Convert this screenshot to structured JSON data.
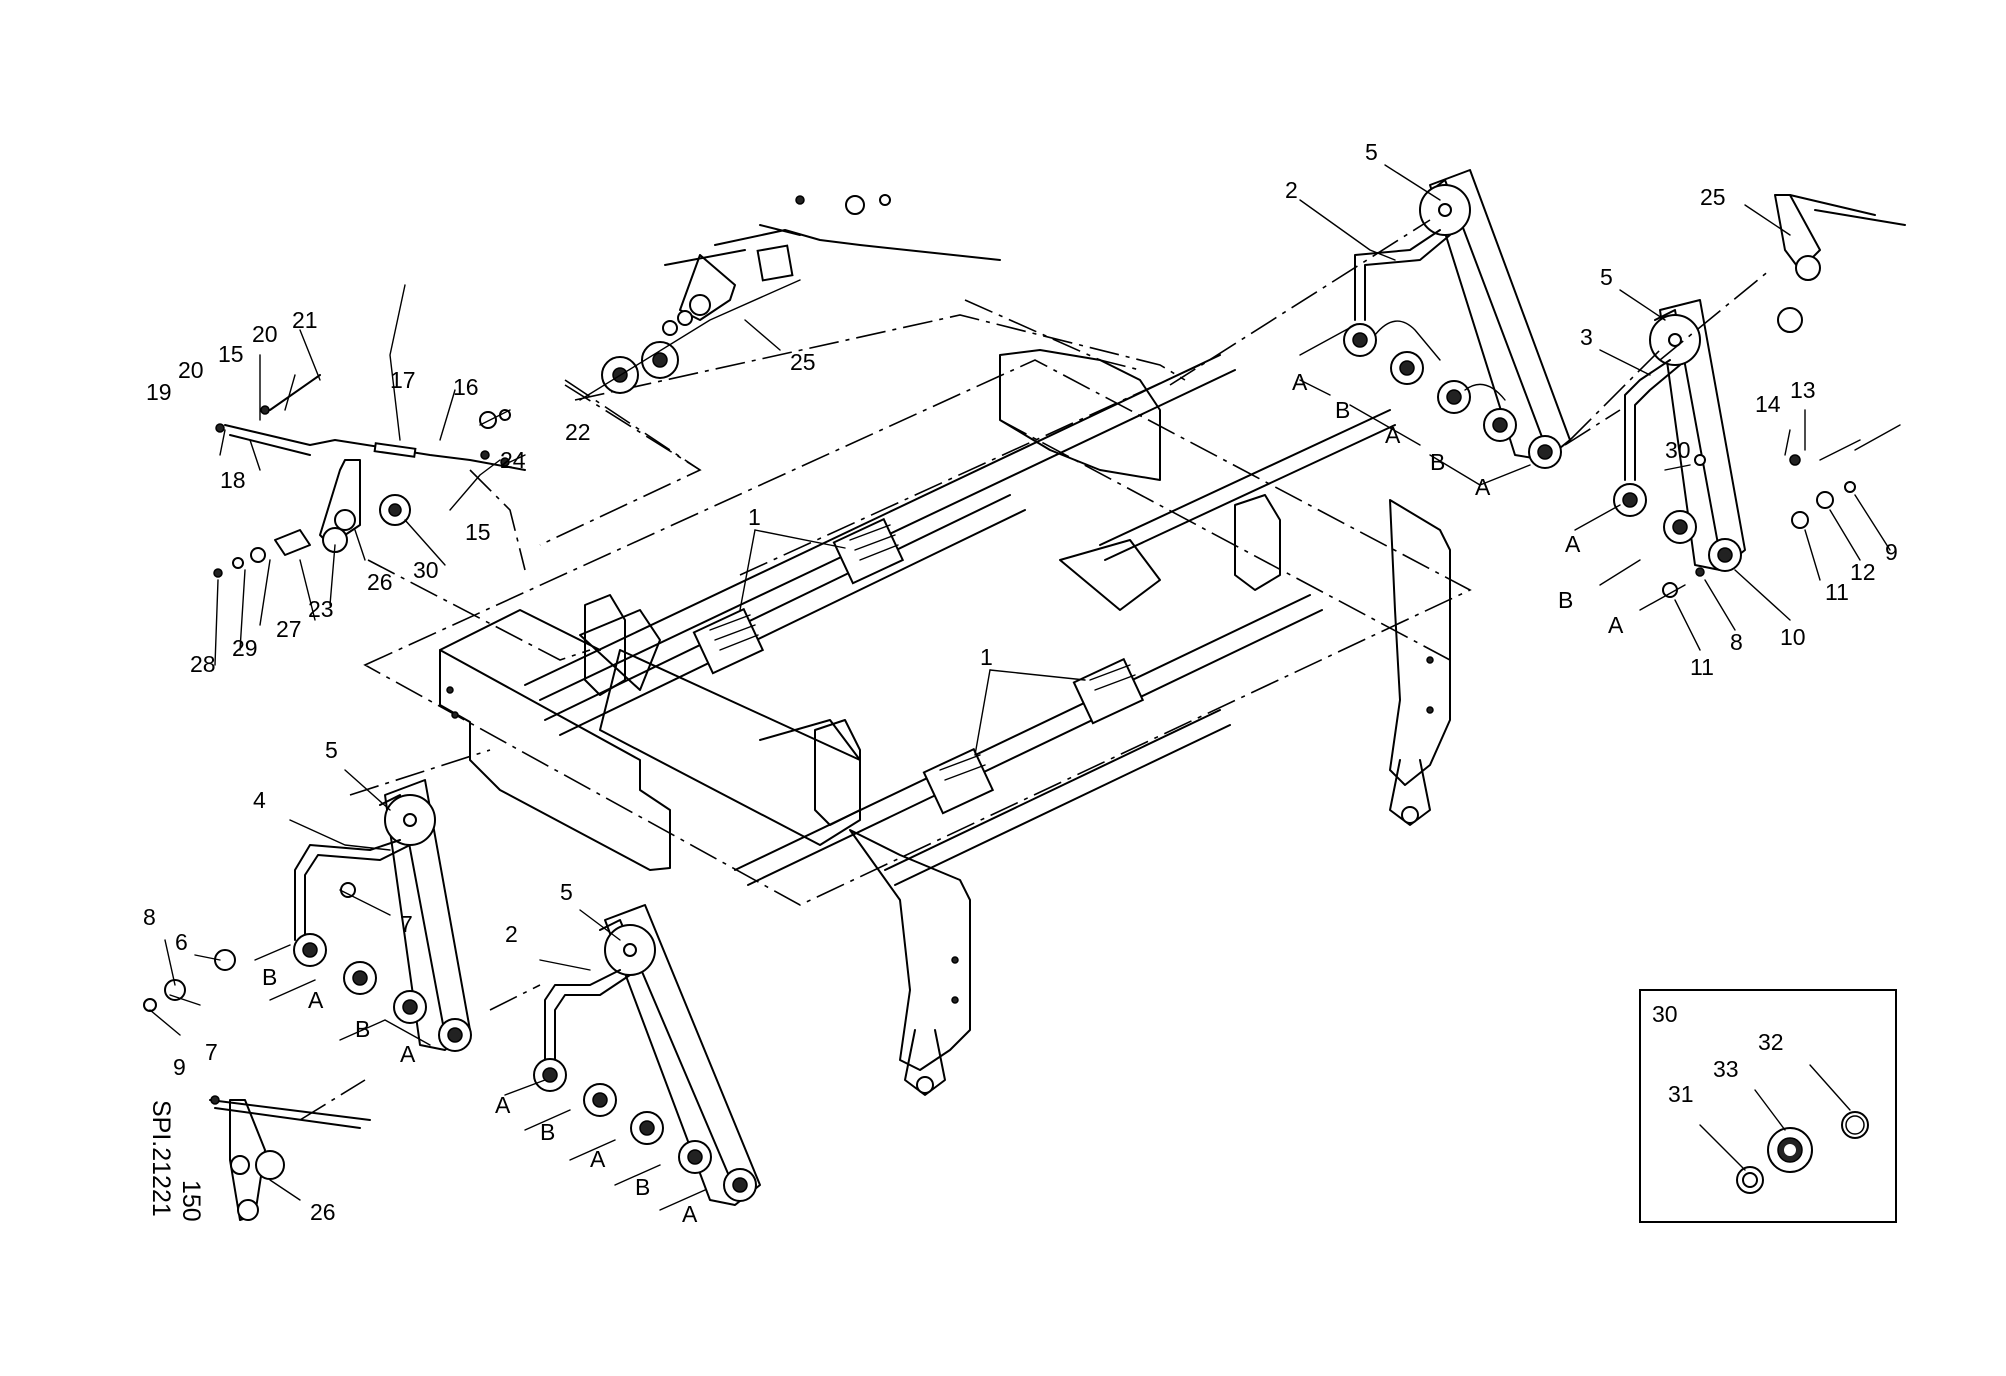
{
  "drawing": {
    "id_text": "SPI.21221",
    "page_number": "150"
  },
  "detail_box": {
    "title": "30",
    "callouts": [
      "31",
      "32",
      "33"
    ]
  },
  "callouts": [
    "1",
    "2",
    "3",
    "4",
    "5",
    "6",
    "7",
    "8",
    "9",
    "10",
    "11",
    "12",
    "13",
    "14",
    "15",
    "16",
    "17",
    "18",
    "19",
    "20",
    "21",
    "22",
    "23",
    "24",
    "25",
    "26",
    "27",
    "28",
    "29",
    "30",
    "A",
    "B"
  ]
}
